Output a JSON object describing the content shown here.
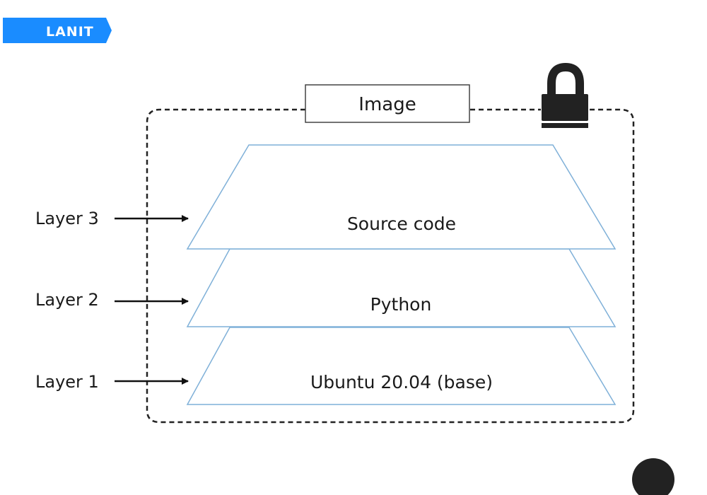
{
  "logo": {
    "text": "LANIT",
    "color": "#1a8cff"
  },
  "image_box": {
    "label": "Image"
  },
  "lock": {
    "icon": "lock-icon"
  },
  "layers": [
    {
      "side_label": "Layer 3",
      "content": "Source code"
    },
    {
      "side_label": "Layer 2",
      "content": "Python"
    },
    {
      "side_label": "Layer 1",
      "content": "Ubuntu 20.04 (base)"
    }
  ],
  "colors": {
    "trapezoid_stroke": "#7fb0d8",
    "dashed_border": "#222222",
    "arrow": "#111111"
  }
}
